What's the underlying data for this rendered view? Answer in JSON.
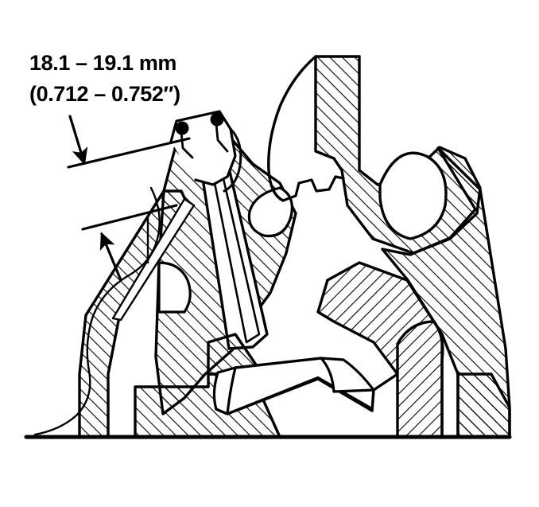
{
  "figure": {
    "kind": "engineering-cross-section",
    "title": "Valve guide installed height cross-section",
    "background_color": "#ffffff",
    "line_color": "#000000"
  },
  "annotation": {
    "dimension_label": {
      "metric_line": "18.1 – 19.1 mm",
      "imperial_line": "(0.712 – 0.752″)",
      "metric_min": 18.1,
      "metric_max": 19.1,
      "metric_unit": "mm",
      "imperial_min": 0.712,
      "imperial_max": 0.752,
      "imperial_unit": "in"
    },
    "leaders": [
      {
        "name": "upper-leader",
        "arrow_direction": "down-right",
        "target": "valve-guide-top-face"
      },
      {
        "name": "lower-leader",
        "arrow_direction": "up-left",
        "target": "cylinder-head-spring-seat-face"
      }
    ]
  },
  "section_features": [
    {
      "name": "valve-guide",
      "hatched": true
    },
    {
      "name": "valve-seat-insert",
      "hatched": true
    },
    {
      "name": "intake-port-wall",
      "hatched": true
    },
    {
      "name": "cylinder-head-casting",
      "hatched": true
    },
    {
      "name": "head-deck-flange",
      "hatched": true
    },
    {
      "name": "lower-cross-beam",
      "hatched": false
    },
    {
      "name": "break-line-left",
      "hatched": false
    },
    {
      "name": "baseline-datum",
      "hatched": false
    }
  ],
  "markers": {
    "chamfer_dots": 2,
    "dot_color": "#000000"
  }
}
